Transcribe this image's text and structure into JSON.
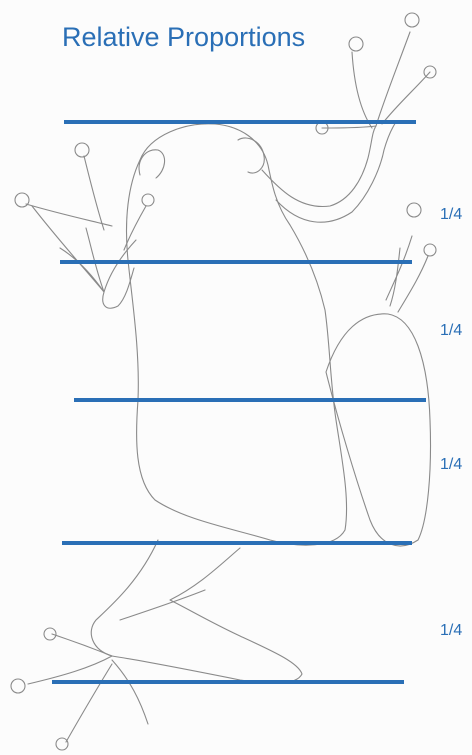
{
  "title": "Relative Proportions",
  "fractions": [
    "1/4",
    "1/4",
    "1/4",
    "1/4"
  ],
  "colors": {
    "accent": "#2a6fb6",
    "sketch": "#8a8a8a"
  },
  "illustration": "frog-sketch"
}
